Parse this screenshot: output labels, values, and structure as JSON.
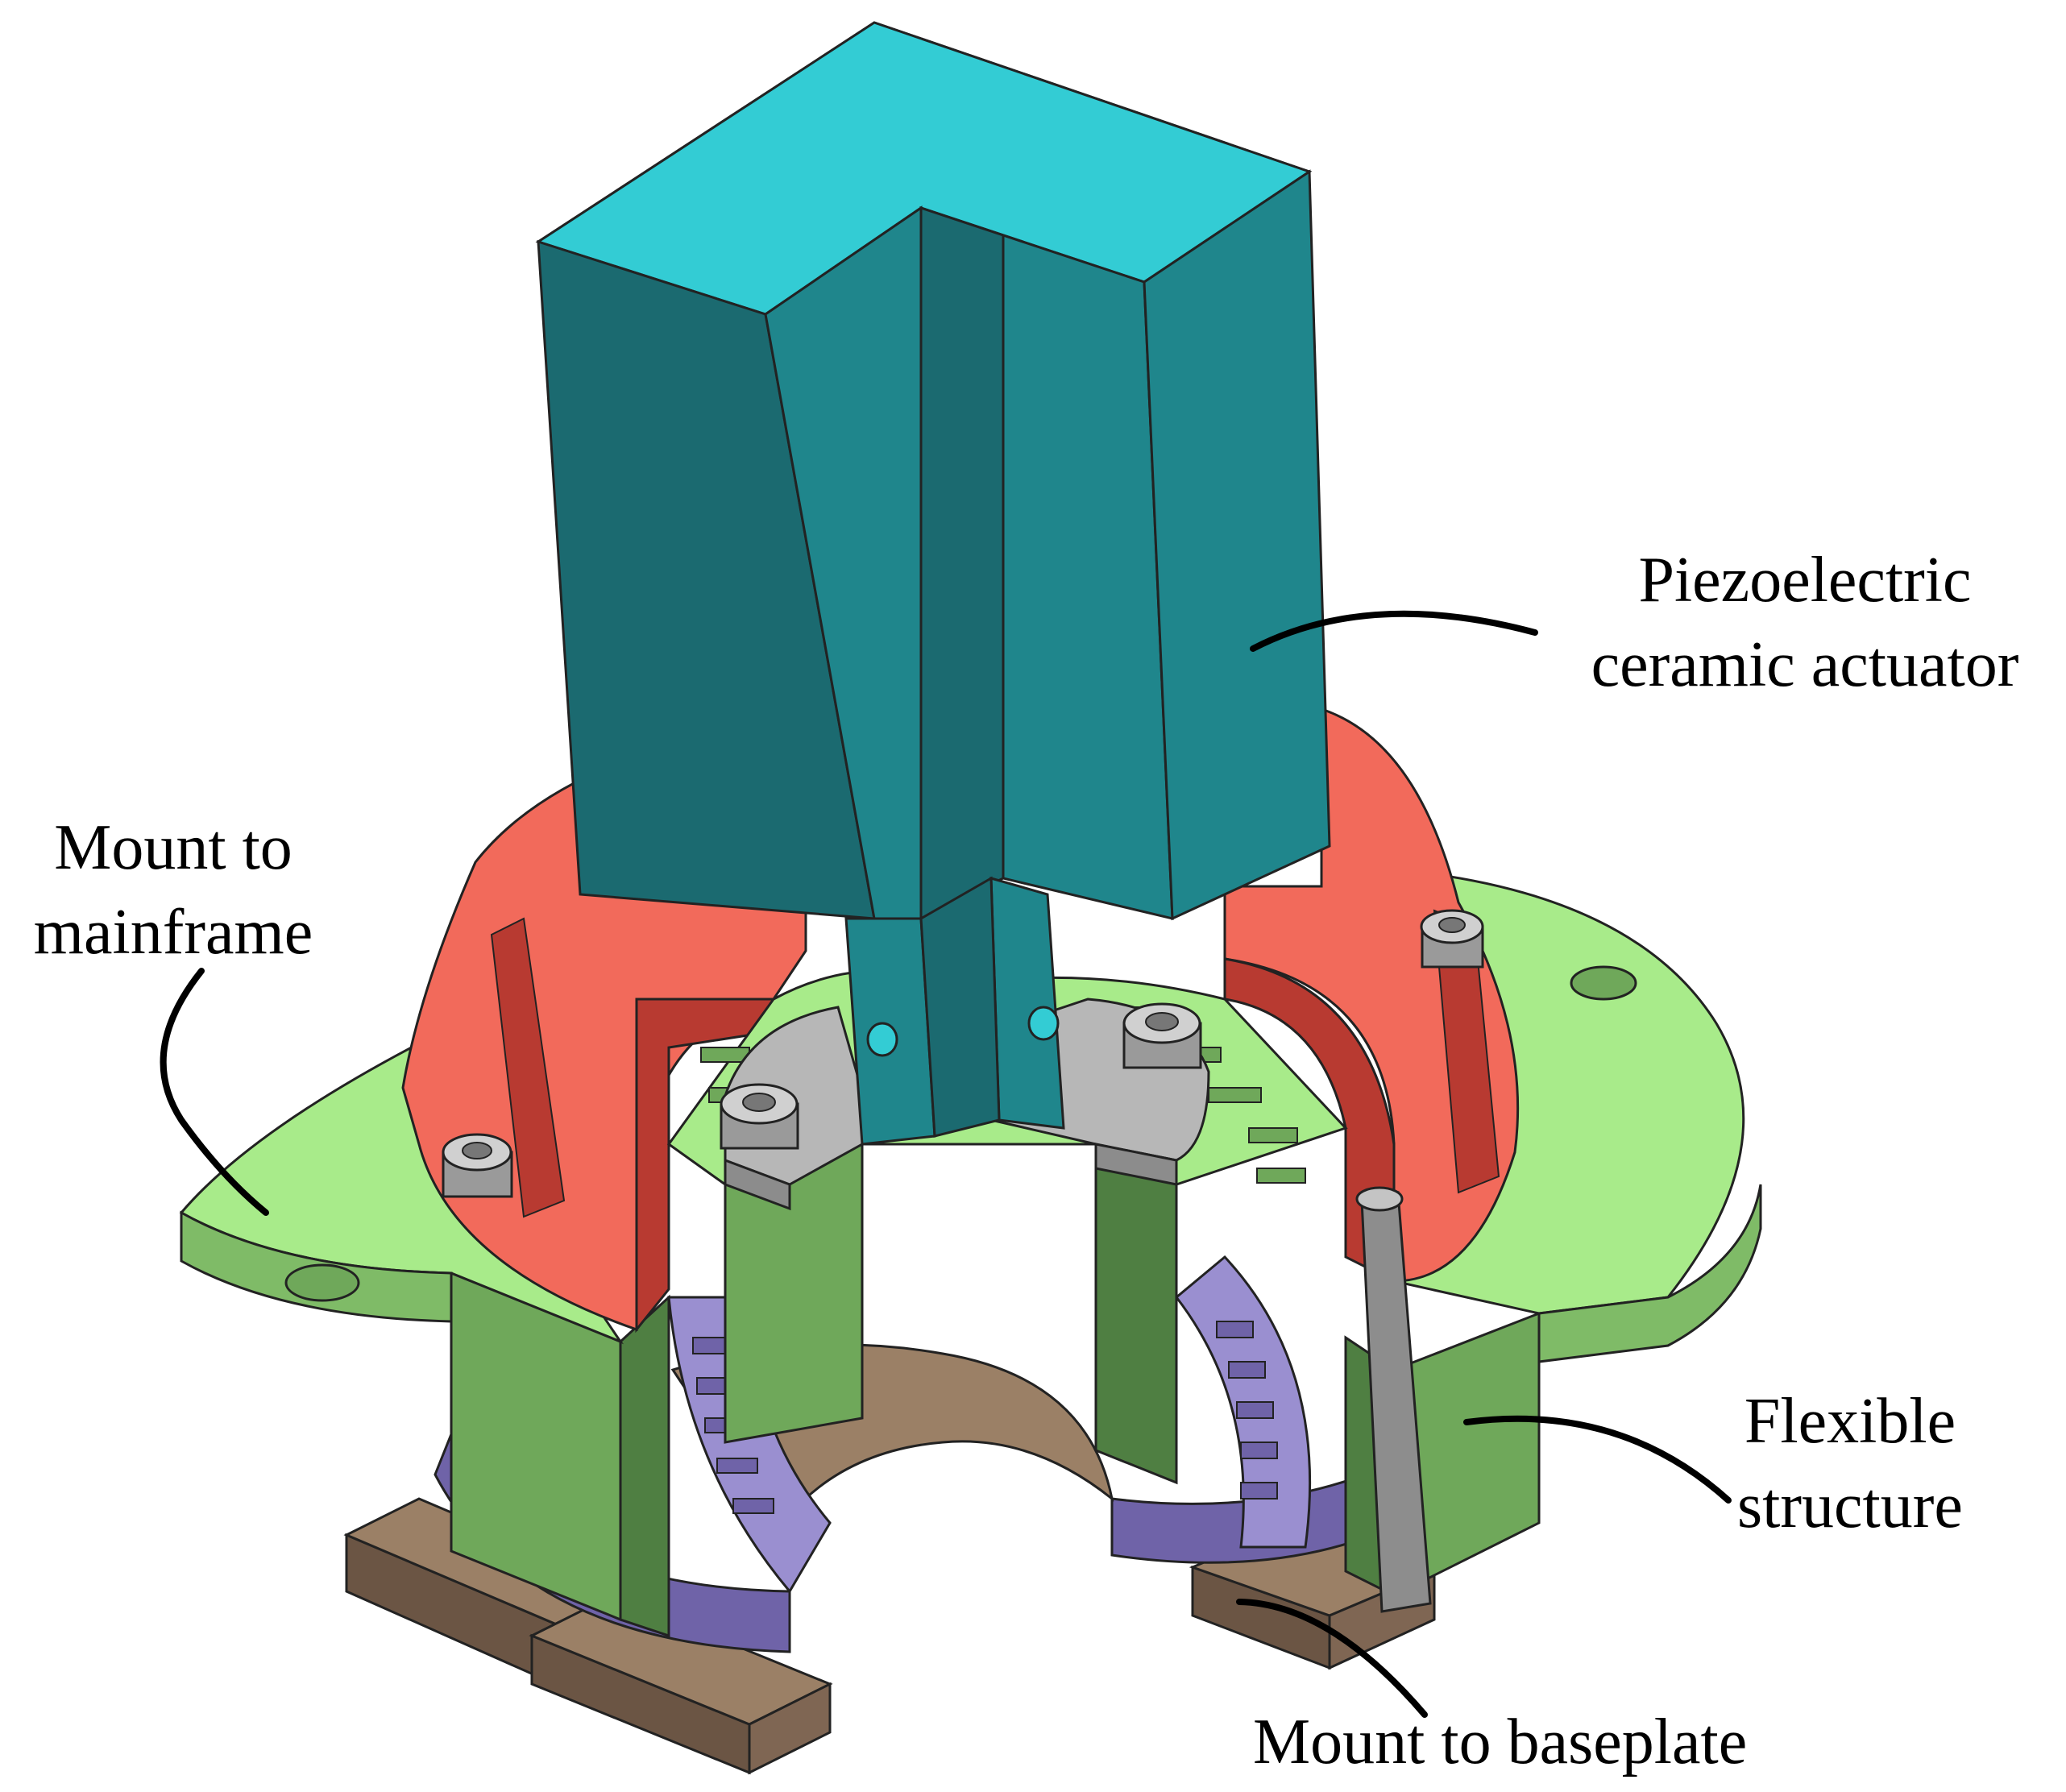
{
  "labels": {
    "piezo": {
      "line1": "Piezoelectric",
      "line2": "ceramic actuator"
    },
    "mainframe": {
      "line1": "Mount to",
      "line2": "mainframe"
    },
    "flexible": {
      "line1": "Flexible",
      "line2": "structure"
    },
    "baseplate": {
      "line1": "Mount to baseplate"
    }
  },
  "colors": {
    "actuator_top": "#33ccd4",
    "actuator_front": "#1f868c",
    "actuator_side": "#1b6a70",
    "red_housing": "#f26a5b",
    "red_shadow": "#b83a31",
    "green_flange": "#a8eb8a",
    "green_body": "#6fa85a",
    "green_dark": "#4f7f42",
    "purple_layer": "#6f63a8",
    "purple_light": "#9a8fd0",
    "brown_base": "#9b8066",
    "brown_dark": "#6b5544",
    "gray_part": "#b7b7b7",
    "leader": "#000000"
  }
}
